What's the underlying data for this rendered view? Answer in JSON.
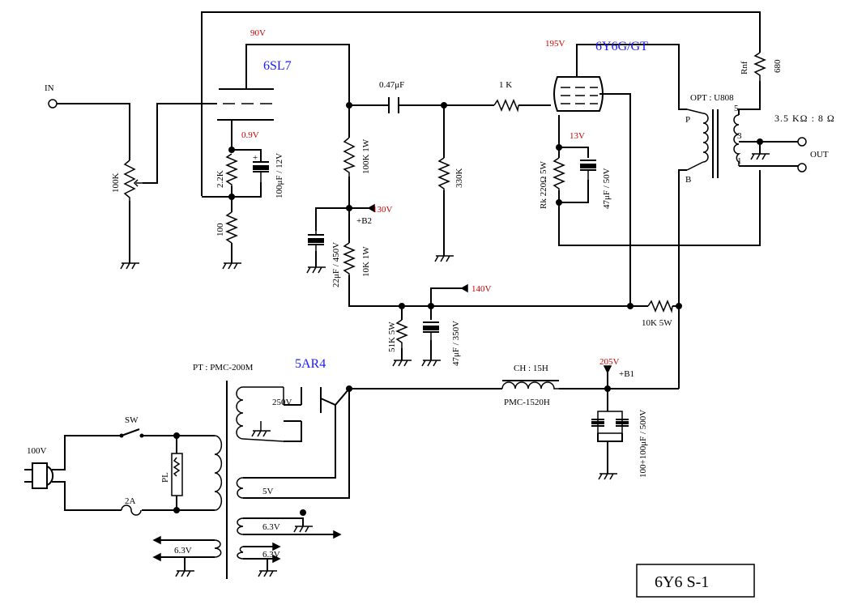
{
  "diagram": {
    "title": "6Y6 S-1",
    "tubes": {
      "driver": "6SL7",
      "output": "6Y6G/GT",
      "rectifier": "5AR4"
    },
    "voltages": {
      "v90": "90V",
      "v09": "0.9V",
      "v195": "195V",
      "v13": "13V",
      "v130": "130V",
      "v140": "140V",
      "v205": "205V"
    },
    "labels": {
      "in": "IN",
      "vol_pot": "100K",
      "r_cath1": "2.2K",
      "c_cath1": "100μF / 12V",
      "r_100": "100",
      "c_coup": "0.47μF",
      "r_load1": "100K 1W",
      "r_330k": "330K",
      "r_1k": "1 K",
      "r_k": "Rk 220Ω  5W",
      "c_k": "47μF / 50V",
      "b2": "+B2",
      "c_22": "22μF / 450V",
      "r_dec": "10K 1W",
      "r_51k": "51K 5W",
      "c_47_350": "47μF / 350V",
      "r_10k5": "10K 5W",
      "opt": "OPT : U808",
      "opt_p": "P",
      "opt_b": "B",
      "opt_5": "5",
      "opt_3": "3",
      "opt_1": "1",
      "imp": "3.5 KΩ : 8 Ω",
      "out": "OUT",
      "rnf": "Rnf",
      "r680": "680",
      "pt": "PT : PMC-200M",
      "hv": "250V",
      "v5": "5V",
      "h63a": "6.3V",
      "h63b": "6.3V",
      "h63c": "6.3V",
      "ch": "CH : 15H",
      "ch_part": "PMC-1520H",
      "b1": "+B1",
      "c_main": "100+100μF / 500V",
      "sw": "SW",
      "mains": "100V",
      "fuse": "2A",
      "pl": "PL"
    }
  }
}
